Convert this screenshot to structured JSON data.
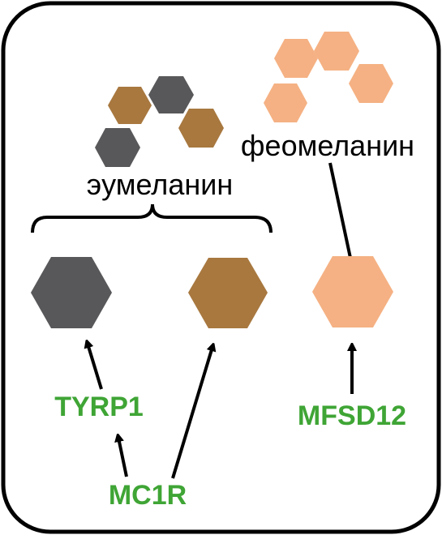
{
  "colors": {
    "dark_grey": "#58585a",
    "brown": "#a8783f",
    "peach": "#f5b183",
    "gene_green": "#3fa535",
    "stroke": "#000000",
    "background": "#ffffff"
  },
  "labels": {
    "eumelanin": "эумеланин",
    "pheomelanin": "феомеланин"
  },
  "genes": {
    "tyrp1": "TYRP1",
    "mc1r": "MC1R",
    "mfsd12": "MFSD12"
  }
}
